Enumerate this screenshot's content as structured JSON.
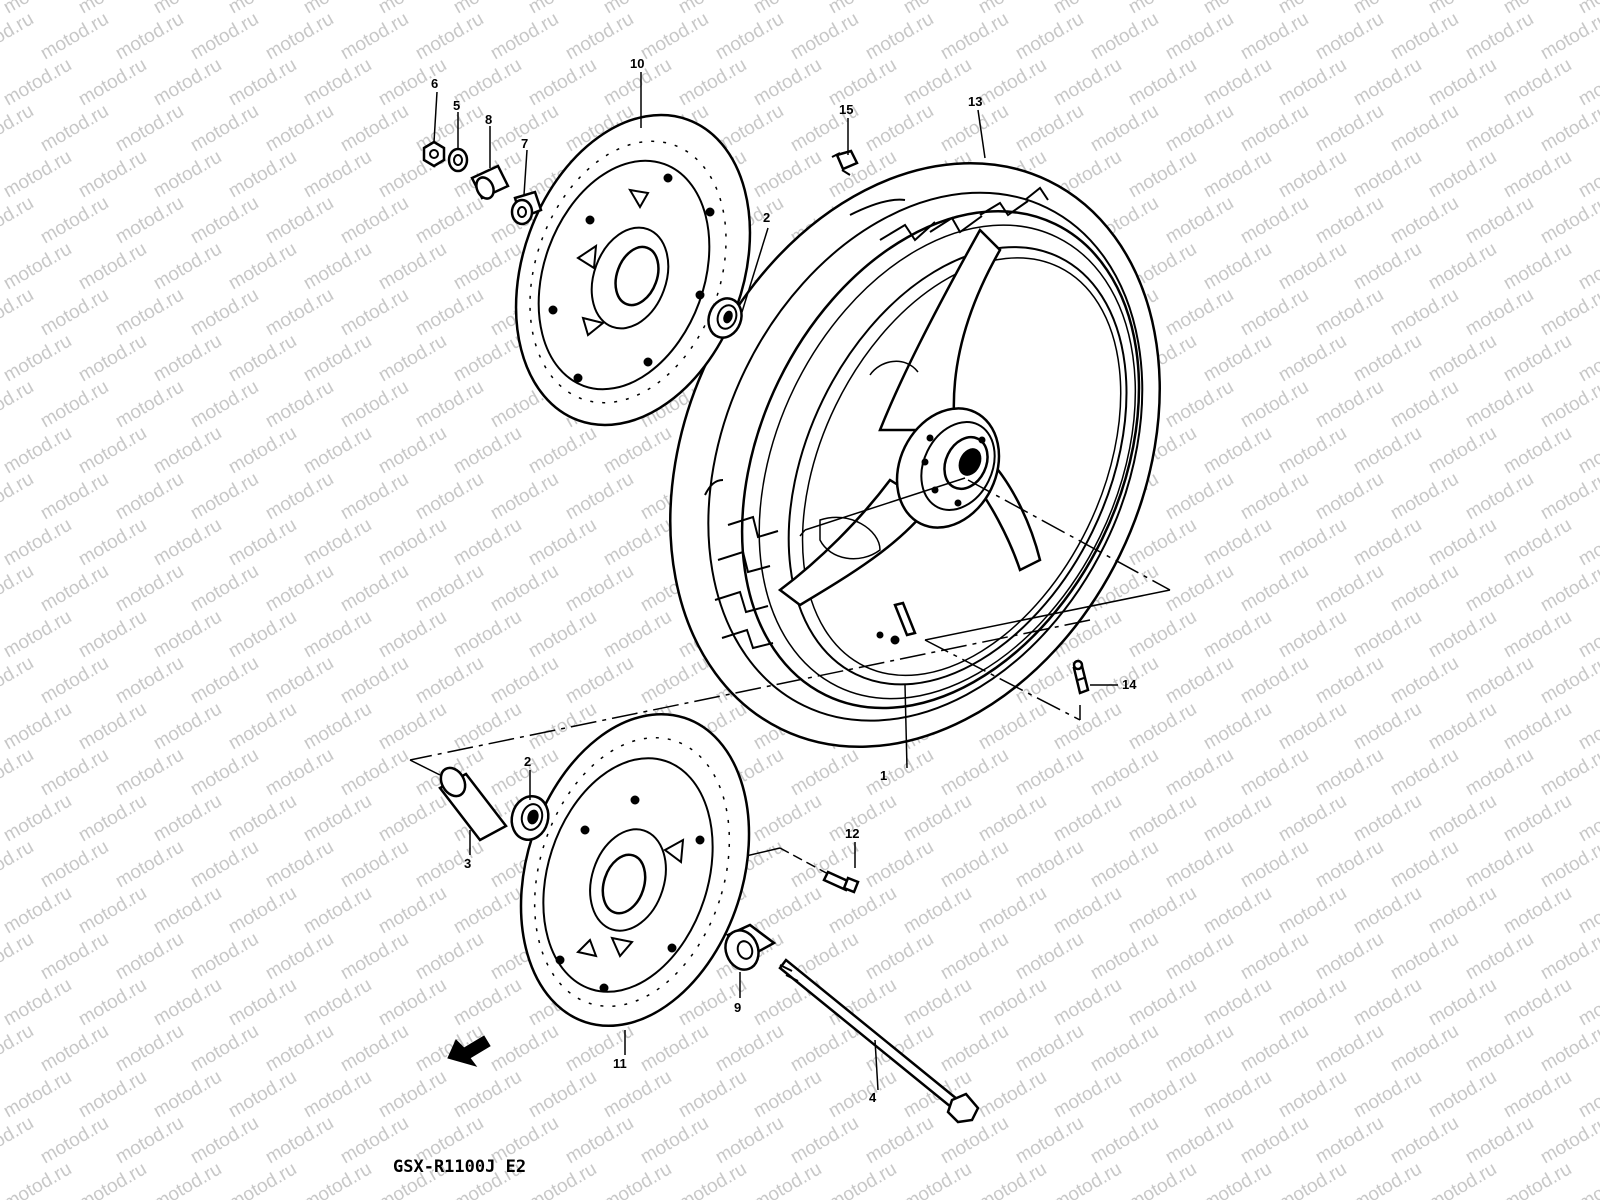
{
  "watermark": "motod.ru",
  "model_code": "GSX-R1100J E2",
  "callouts": [
    "1",
    "2",
    "2",
    "3",
    "4",
    "5",
    "6",
    "7",
    "8",
    "9",
    "10",
    "11",
    "12",
    "13",
    "14",
    "15"
  ],
  "colors": {
    "line": "#000000",
    "background": "#ffffff",
    "watermark": "#9a9a9a"
  },
  "icons": {
    "direction_arrow": "front-direction-arrow-icon"
  }
}
